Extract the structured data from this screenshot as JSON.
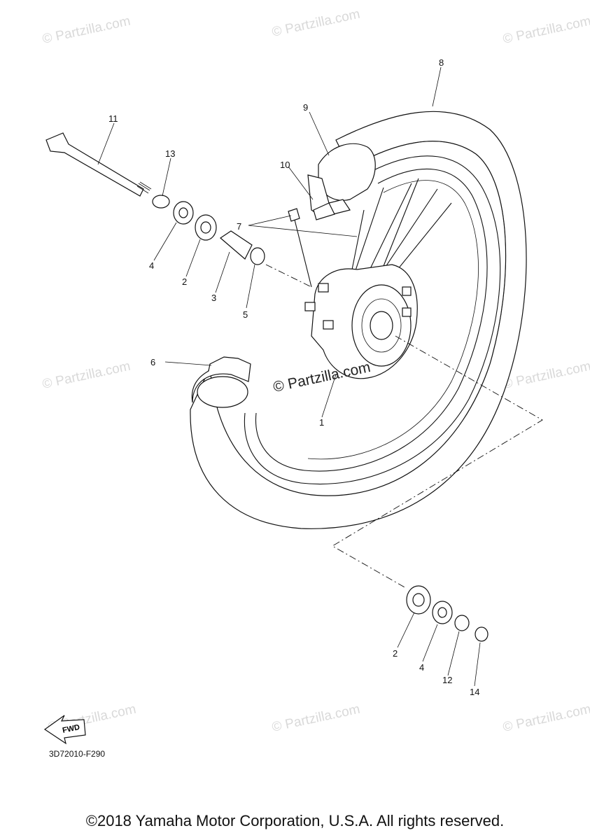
{
  "diagram": {
    "watermark": "© Partzilla.com",
    "center_watermark": "© Partzilla.com",
    "fwd_label": "FWD",
    "drawing_code": "3D72010-F290",
    "copyright": "©2018 Yamaha Motor Corporation, U.S.A. All rights reserved.",
    "callouts": {
      "c1": "1",
      "c2a": "2",
      "c2b": "2",
      "c3": "3",
      "c4a": "4",
      "c4b": "4",
      "c5": "5",
      "c6": "6",
      "c7": "7",
      "c8": "8",
      "c9": "9",
      "c10": "10",
      "c11": "11",
      "c12": "12",
      "c13": "13",
      "c14": "14"
    }
  }
}
